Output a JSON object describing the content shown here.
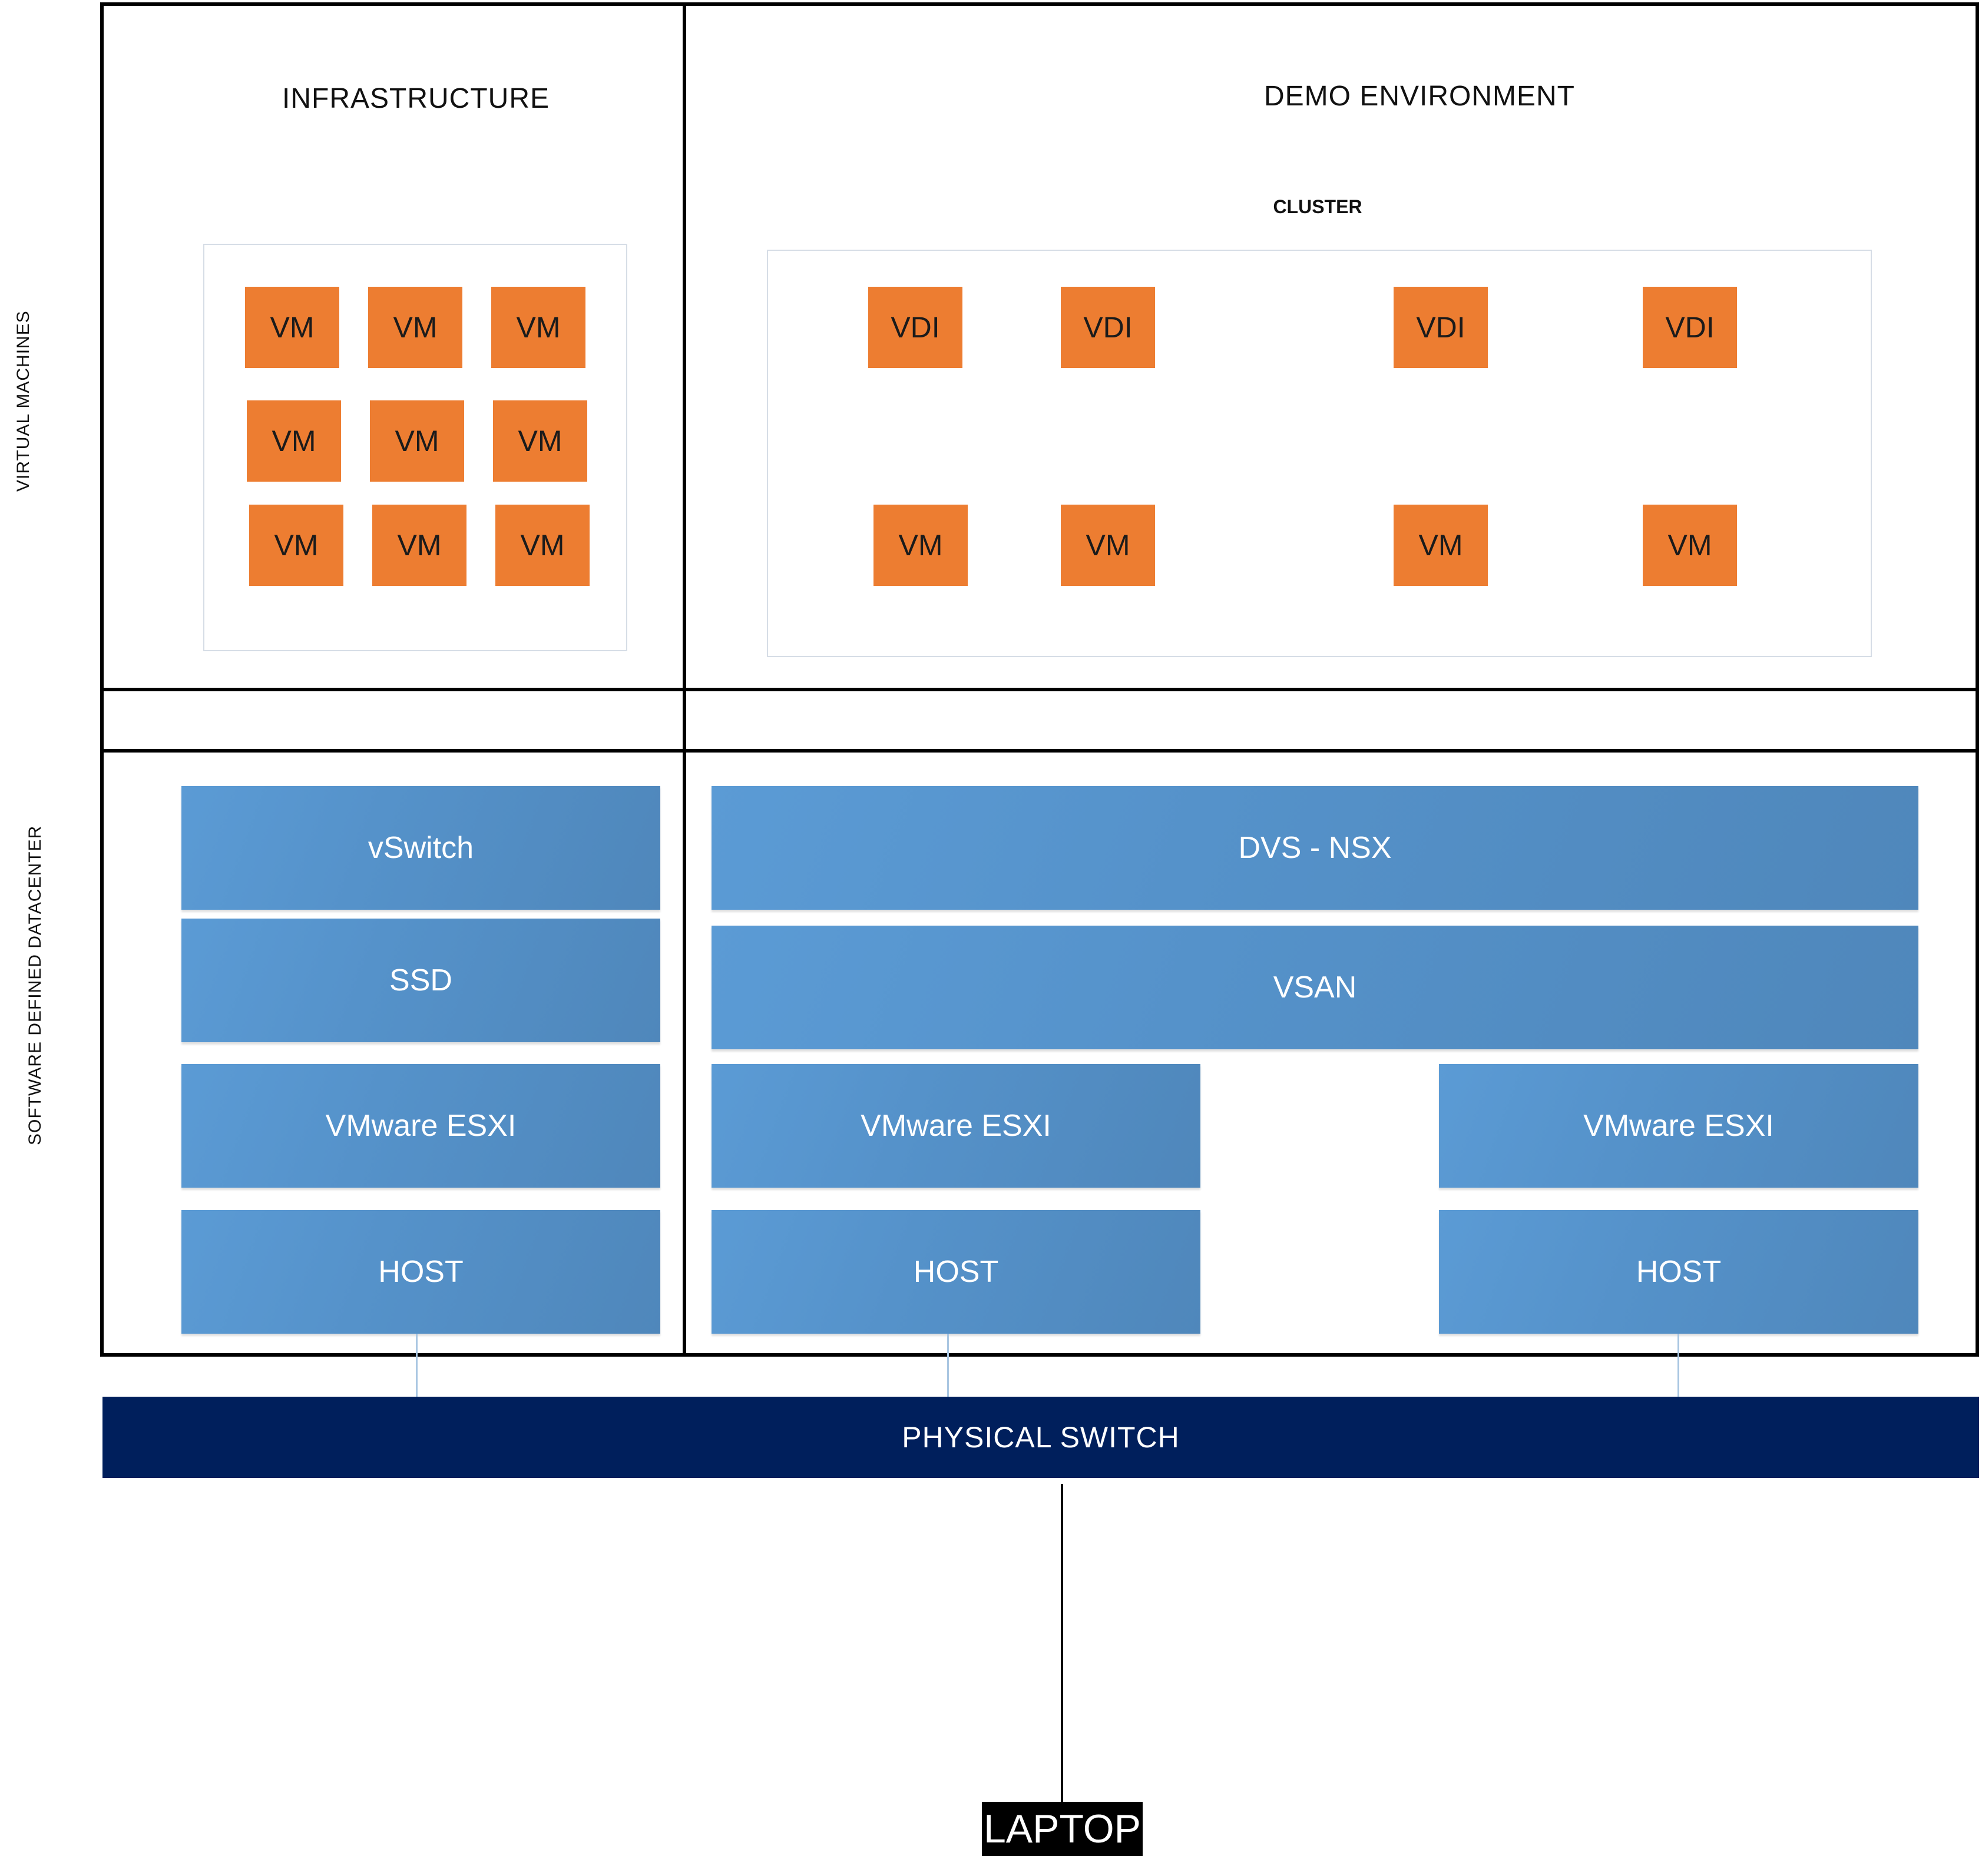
{
  "side_labels": {
    "virtual_machines": "VIRTUAL MACHINES",
    "software_defined_datacenter": "SOFTWARE DEFINED DATACENTER"
  },
  "infrastructure": {
    "title": "INFRASTRUCTURE",
    "vms": [
      "VM",
      "VM",
      "VM",
      "VM",
      "VM",
      "VM",
      "VM",
      "VM",
      "VM"
    ],
    "layers": {
      "vswitch": "vSwitch",
      "ssd": "SSD",
      "esxi": "VMware ESXI",
      "host": "HOST"
    }
  },
  "demo": {
    "title": "DEMO ENVIRONMENT",
    "cluster_title": "CLUSTER",
    "top_row": [
      "VDI",
      "VDI",
      "VDI",
      "VDI"
    ],
    "bottom_row": [
      "VM",
      "VM",
      "VM",
      "VM"
    ],
    "layers": {
      "dvs": "DVS - NSX",
      "vsan": "VSAN",
      "esxi_1": "VMware ESXI",
      "esxi_2": "VMware ESXI",
      "host_1": "HOST",
      "host_2": "HOST"
    }
  },
  "physical_switch": "PHYSICAL SWITCH",
  "laptop": "LAPTOP",
  "colors": {
    "vm_fill": "#ed7d31",
    "layer_fill": "#5b9bd5",
    "switch_fill": "#001f5c",
    "laptop_fill": "#000000"
  }
}
